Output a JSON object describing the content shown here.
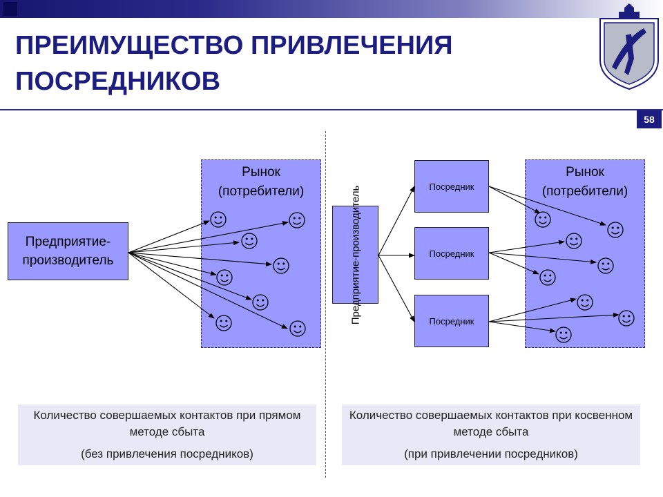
{
  "title": "ПРЕИМУЩЕСТВО ПРИВЛЕЧЕНИЯ ПОСРЕДНИКОВ",
  "page_number": "58",
  "logo": "university-crest",
  "left": {
    "producer": "Предприятие-производитель",
    "market_title": "Рынок (потребители)",
    "caption_line1": "Количество совершаемых контактов при прямом методе сбыта",
    "caption_line2": "(без привлечения посредников)"
  },
  "right": {
    "producer": "Предприятие-производитель",
    "intermediaries": [
      "Посредник",
      "Посредник",
      "Посредник"
    ],
    "market_title": "Рынок (потребители)",
    "caption_line1": "Количество совершаемых контактов при косвенном методе сбыта",
    "caption_line2": "(при привлечении посредников)"
  },
  "icons": {
    "consumer": "smiley-face-icon",
    "contact": "arrow-icon"
  },
  "colors": {
    "title": "#1d1d80",
    "box_fill": "#9999ff",
    "caption_fill": "#e8e8f6"
  }
}
